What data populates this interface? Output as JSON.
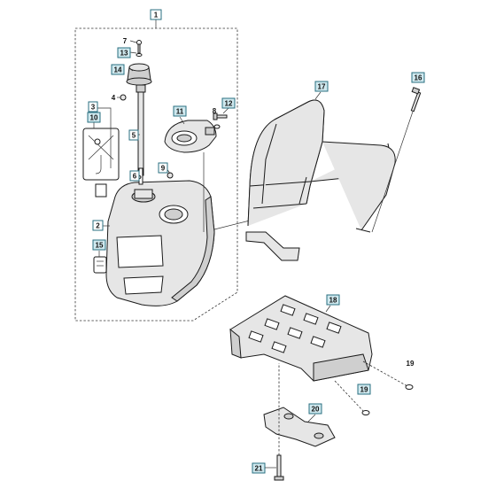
{
  "diagram": {
    "callouts": {
      "c1": "1",
      "c2": "2",
      "c3": "3",
      "c4": "4",
      "c5": "5",
      "c6": "6",
      "c7": "7",
      "c8": "8",
      "c9": "9",
      "c10": "10",
      "c11": "11",
      "c12": "12",
      "c13": "13",
      "c14": "14",
      "c15": "15",
      "c16": "16",
      "c17": "17",
      "c18": "18",
      "c19a": "19",
      "c19b": "19",
      "c20": "20",
      "c21": "21"
    }
  }
}
